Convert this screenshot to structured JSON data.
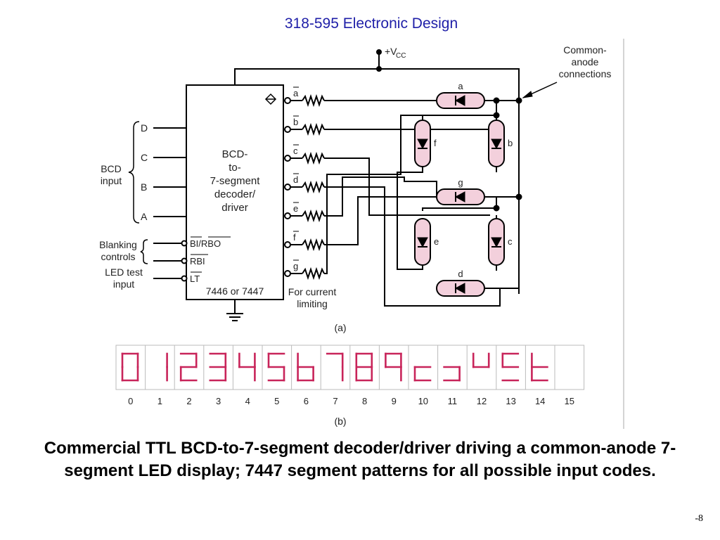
{
  "slide": {
    "title": "318-595 Electronic Design",
    "caption": "Commercial TTL BCD-to-7-segment decoder/driver driving a common-anode 7-segment LED display; 7447 segment patterns for all possible input codes.",
    "page_number": "-8"
  },
  "circuit": {
    "supply_label": "+V",
    "supply_sub": "CC",
    "common_anode_label": [
      "Common-",
      "anode",
      "connections"
    ],
    "chip_label": [
      "BCD-",
      "to-",
      "7-segment",
      "decoder/",
      "driver"
    ],
    "chip_part": "7446 or 7447",
    "bcd_group_label": [
      "BCD",
      "input"
    ],
    "bcd_inputs": [
      "D",
      "C",
      "B",
      "A"
    ],
    "blanking_label": [
      "Blanking",
      "controls"
    ],
    "led_test_label": [
      "LED test",
      "input"
    ],
    "control_pins": [
      "BI/RBO",
      "RBI",
      "LT"
    ],
    "output_pins": [
      "a",
      "b",
      "c",
      "d",
      "e",
      "f",
      "g"
    ],
    "resistor_label": [
      "For current",
      "limiting"
    ],
    "segments": [
      "a",
      "b",
      "c",
      "d",
      "e",
      "f",
      "g"
    ],
    "part_a_label": "(a)"
  },
  "patterns": {
    "part_b_label": "(b)",
    "segment_color": "#c8245a",
    "codes": [
      "0",
      "1",
      "2",
      "3",
      "4",
      "5",
      "6",
      "7",
      "8",
      "9",
      "10",
      "11",
      "12",
      "13",
      "14",
      "15"
    ],
    "lit_segments": [
      "abcdef",
      "bc",
      "abdeg",
      "abcdg",
      "bcfg",
      "acdfg",
      "cdefg",
      "abc",
      "abcdefg",
      "abcfg",
      "deg",
      "cdg",
      "bfg",
      "adfg",
      "defg",
      ""
    ]
  },
  "colors": {
    "title": "#1f1fa8",
    "led_fill": "#f3d0dc"
  }
}
